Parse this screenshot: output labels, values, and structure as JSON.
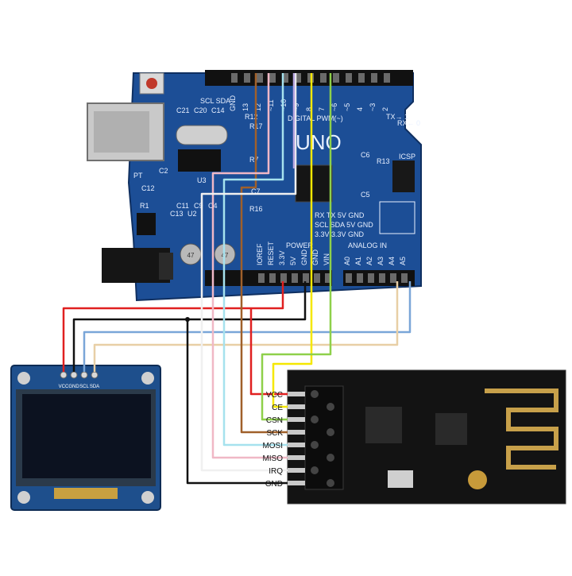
{
  "arduino": {
    "board_name": "UNO",
    "digital_label": "DIGITAL PWM(~)",
    "power_label": "POWER",
    "analog_label": "ANALOG IN",
    "scl_sda_label": "SCL SDA",
    "tx_label": "TX→ 1",
    "rx_label": "RX← 0",
    "icsp_label": "ICSP",
    "digital_pins": [
      "GND",
      "13",
      "12",
      "~11",
      "~10",
      "~9",
      "8",
      "7",
      "~6",
      "~5",
      "4",
      "~3",
      "2"
    ],
    "power_pins": [
      "IOREF",
      "RESET",
      "3.3V",
      "5V",
      "GND",
      "GND",
      "VIN"
    ],
    "analog_pins": [
      "A0",
      "A1",
      "A2",
      "A3",
      "A4",
      "A5"
    ],
    "rx_tx_row": "RX  TX  5V  GND",
    "scl_sda_row": "SCL SDA 5V  GND",
    "v33_row": "3.3V 3.3V GND",
    "components": [
      "C21",
      "C20",
      "C14",
      "PT",
      "C12",
      "C2",
      "C13",
      "C11",
      "C9",
      "R1",
      "R12",
      "R16",
      "R17",
      "R7",
      "C6",
      "R13",
      "C5",
      "C4",
      "C7",
      "U2",
      "U3"
    ],
    "capacitor_values": [
      "47",
      "47"
    ]
  },
  "oled": {
    "pins": [
      "VCC",
      "GND",
      "SCL",
      "SDA"
    ]
  },
  "nrf": {
    "pins": [
      "VCC",
      "CE",
      "CSN",
      "SCK",
      "MOSI",
      "MISO",
      "IRQ",
      "GND"
    ]
  },
  "wire_colors": {
    "red": "#e02020",
    "black": "#111111",
    "blue": "#7aa6d8",
    "beige": "#e8cfa6",
    "yellow": "#f5e800",
    "green": "#8ed04a",
    "brown": "#a0602a",
    "cyan": "#a6e2ee",
    "pink": "#f0b8c6",
    "white": "#ffffff",
    "purple": "#b7a6e0"
  }
}
